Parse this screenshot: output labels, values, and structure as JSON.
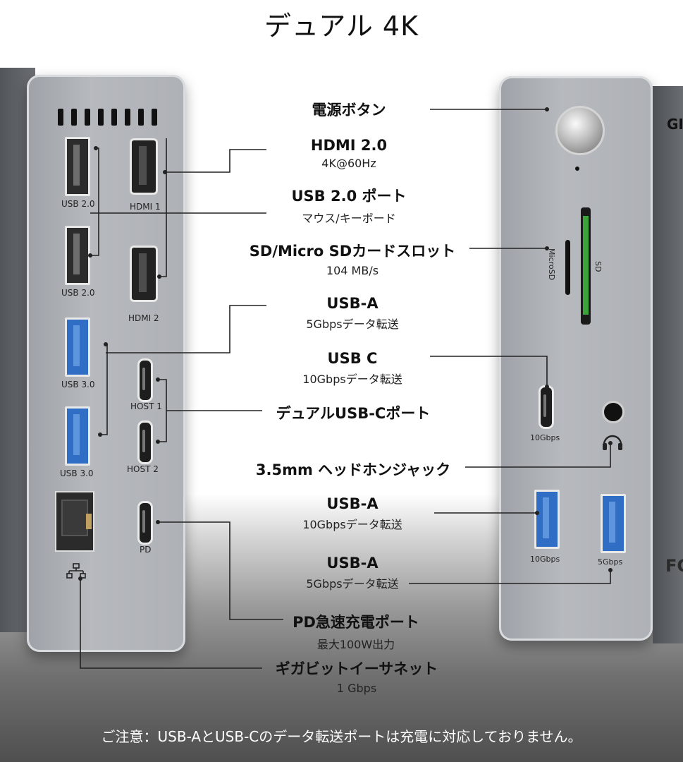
{
  "title": "デュアル 4K",
  "features": [
    {
      "main": "電源ボタン",
      "sub": ""
    },
    {
      "main": "HDMI 2.0",
      "sub": "4K@60Hz"
    },
    {
      "main": "USB 2.0 ポート",
      "sub": "マウス/キーボード"
    },
    {
      "main": "SD/Micro SDカードスロット",
      "sub": "104 MB/s"
    },
    {
      "main": "USB-A",
      "sub": "5Gbpsデータ転送"
    },
    {
      "main": "USB C",
      "sub": "10Gbpsデータ転送"
    },
    {
      "main": "デュアルUSB-Cポート",
      "sub": ""
    },
    {
      "main": "3.5mm ヘッドホンジャック",
      "sub": ""
    },
    {
      "main": "USB-A",
      "sub": "10Gbpsデータ転送"
    },
    {
      "main": "USB-A",
      "sub": "5Gbpsデータ転送"
    },
    {
      "main": "PD急速充電ポート",
      "sub": "最大100W出力"
    },
    {
      "main": "ギガビットイーサネット",
      "sub": "1 Gbps"
    }
  ],
  "left_ports": {
    "usb2_1": "USB 2.0",
    "usb2_2": "USB 2.0",
    "hdmi1": "HDMI 1",
    "hdmi2": "HDMI 2",
    "usb3_1": "USB 3.0",
    "usb3_2": "USB 3.0",
    "host1": "HOST 1",
    "host2": "HOST 2",
    "pd": "PD"
  },
  "right_ports": {
    "microsd": "MicroSD",
    "sd": "SD",
    "usbc": "10Gbps",
    "usba_10": "10Gbps",
    "usba_5": "5Gbps",
    "brand_partial": "GI",
    "fc_mark": "FC"
  },
  "note": "ご注意：USB-AとUSB-Cのデータ転送ポートは充電に対応しておりません。",
  "colors": {
    "usb3_blue": "#2f6ec4",
    "sd_green": "#3ca33a"
  },
  "icons": [
    "ethernet-icon",
    "headphone-icon"
  ]
}
